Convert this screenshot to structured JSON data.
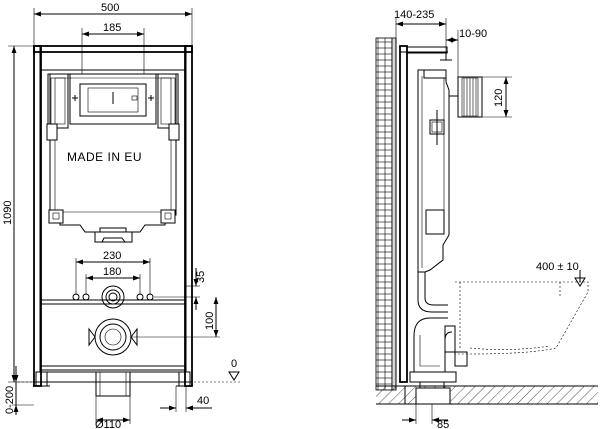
{
  "front_view": {
    "total_width": "500",
    "top_spacing": "185",
    "total_height": "1090",
    "made_in": "MADE IN EU",
    "stud_spacing_outer": "230",
    "stud_spacing_inner": "180",
    "stud_height_offset": "35",
    "drain_offset": "100",
    "floor_level": "0",
    "adjust_range": "0-200",
    "leg_offset": "40",
    "pipe_diameter": "Ø110"
  },
  "side_view": {
    "depth_range": "140-235",
    "flush_plate_depth": "10-90",
    "plate_height": "120",
    "pan_height": "400 ± 10",
    "pipe_setback": "85"
  }
}
